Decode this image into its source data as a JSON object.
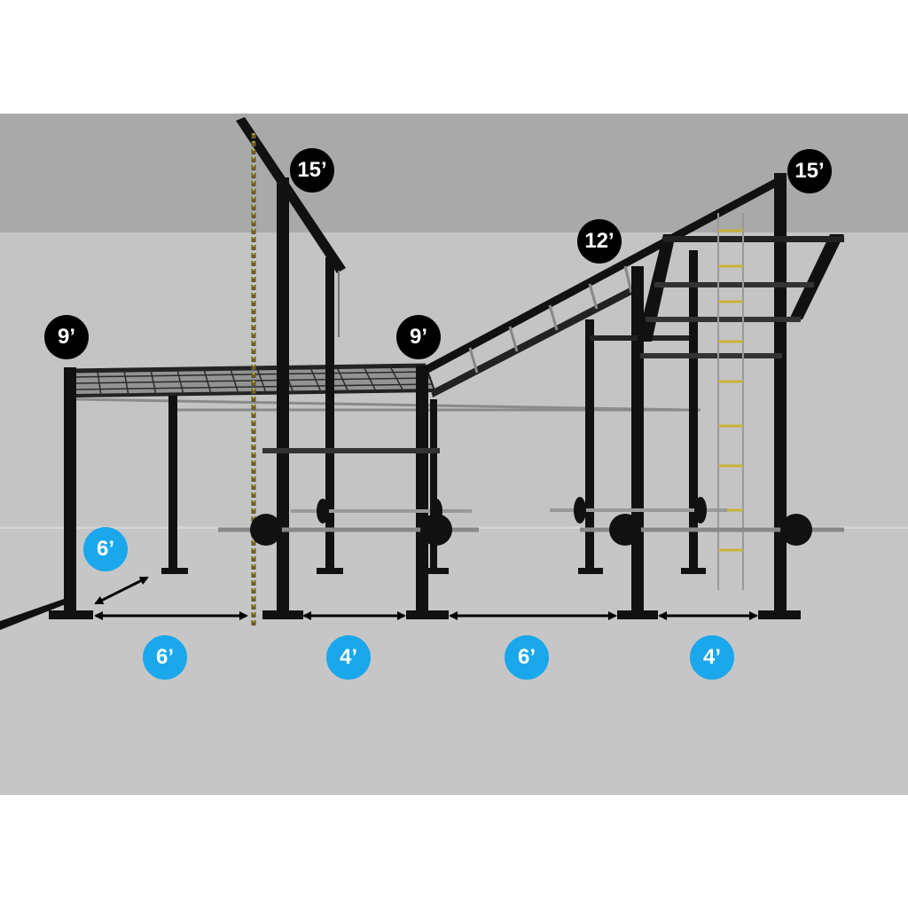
{
  "colors": {
    "background_top": "#a8a8a8",
    "background_floor": "#c4c4c4",
    "frame": "#111111",
    "blue_badge": "#1aa7ec",
    "black_badge": "#000000",
    "ladder_rung": "#c9b23a"
  },
  "height_labels": {
    "left_end": "9’",
    "rope_tower": "15’",
    "middle_post": "9’",
    "slope_mid": "12’",
    "right_tower": "15’"
  },
  "width_labels": {
    "depth": "6’",
    "bay_1": "6’",
    "bay_2": "4’",
    "bay_3": "6’",
    "bay_4": "4’"
  }
}
